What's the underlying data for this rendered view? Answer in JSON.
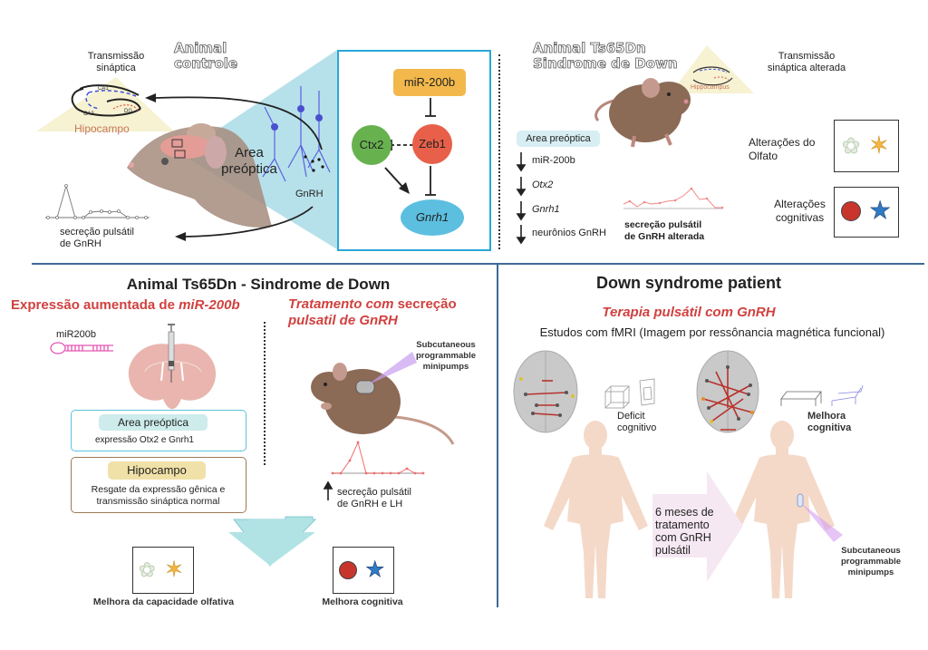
{
  "top_left": {
    "title_line1": "Animal",
    "title_line2": "controle",
    "hippocampus_caption_line1": "Transmissão",
    "hippocampus_caption_line2": "sináptica",
    "hippocampus_label": "Hipocampo",
    "hippocampus_regions": [
      "CA1",
      "CA3",
      "DG"
    ],
    "preoptic_label_line1": "Area",
    "preoptic_label_line2": "preóptica",
    "gnrh_label": "GnRH",
    "pulse_caption_line1": "secreção pulsátil",
    "pulse_caption_line2": "de GnRH"
  },
  "pathway": {
    "mir": "miR-200b",
    "zeb": "Zeb1",
    "ctx": "Ctx2",
    "gnrh1": "Gnrh1",
    "colors": {
      "mir": "#f2b84b",
      "zeb": "#e8604a",
      "ctx": "#67b24f",
      "gnrh1": "#5cbfe0",
      "frame": "#2aa6d8"
    }
  },
  "top_right": {
    "title_line1": "Animal Ts65Dn",
    "title_line2": "Sindrome de Down",
    "hippocampus_label": "Hippocampus",
    "synaptic_caption_line1": "Transmissão",
    "synaptic_caption_line2": "sináptica alterada",
    "preoptic_badge": "Area preóptica",
    "decreases": [
      {
        "label": "miR-200b",
        "italic": false
      },
      {
        "label": "Otx2",
        "italic": true
      },
      {
        "label": "Gnrh1",
        "italic": true
      },
      {
        "label": "neurônios GnRH",
        "italic": false
      }
    ],
    "pulse_caption_line1": "secreção pulsátil",
    "pulse_caption_line2": "de GnRH alterada",
    "olfato_label_line1": "Alterações do",
    "olfato_label_line2": "Olfato",
    "cognitive_label_line1": "Alterações",
    "cognitive_label_line2": "cognitivas"
  },
  "bottom_left": {
    "section_title": "Animal Ts65Dn - Sindrome de Down",
    "mir_heading_prefix": "Expressão aumentada de ",
    "mir_heading_italic": "miR-200b",
    "mir_label": "miR200b",
    "preoptic_badge": "Area preóptica",
    "preoptic_text": "expressão Otx2 e Gnrh1",
    "hippocampus_badge": "Hipocampo",
    "hippocampus_text_line1": "Resgate da expressão gênica e",
    "hippocampus_text_line2": "transmissão sináptica normal",
    "treatment_heading_italic": "Tratamento com",
    "treatment_heading_rest": " secreção",
    "treatment_heading_line2": "pulsatil de GnRH",
    "pump_label_line1": "Subcutaneous",
    "pump_label_line2": "programmable",
    "pump_label_line3": "minipumps",
    "pulse_caption_line1": "secreção pulsátil",
    "pulse_caption_line2": "de GnRH e LH",
    "result_olfactory": "Melhora da capacidade olfativa",
    "result_cognitive": "Melhora cognitiva"
  },
  "bottom_right": {
    "section_title": "Down syndrome patient",
    "therapy_heading": "Terapia pulsátil com GnRH",
    "fmri_caption": "Estudos com fMRI (Imagem por ressônancia magnética funcional)",
    "before_label_line1": "Deficit",
    "before_label_line2": "cognitivo",
    "after_label_line1": "Melhora",
    "after_label_line2": "cognitiva",
    "arrow_text_line1": "6 meses de",
    "arrow_text_line2": "tratamento",
    "arrow_text_line3": "com GnRH",
    "arrow_text_line4": "pulsátil",
    "pump_label_line1": "Subcutaneous",
    "pump_label_line2": "programmable",
    "pump_label_line3": "minipumps"
  },
  "colors": {
    "divider": "#3f6a96",
    "accent_red": "#d0413f",
    "preoptic_blue": "#b7e1ea",
    "hippo_yellow": "#f6f2d2",
    "badge_teal": "#cdeceb",
    "badge_gold": "#f0e1a8"
  }
}
